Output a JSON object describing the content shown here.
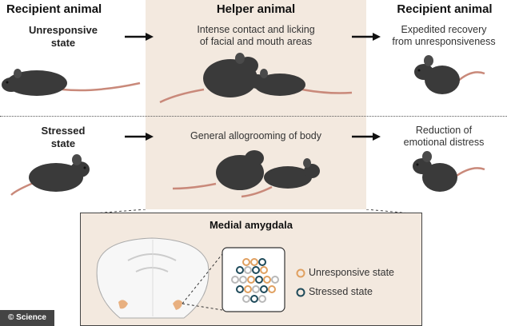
{
  "headers": {
    "left": "Recipient animal",
    "middle": "Helper animal",
    "right": "Recipient animal"
  },
  "rows": [
    {
      "state_label": "Unresponsive\nstate",
      "helper_action": "Intense contact and licking\nof facial and mouth areas",
      "outcome": "Expedited recovery\nfrom unresponsiveness"
    },
    {
      "state_label": "Stressed\nstate",
      "helper_action": "General allogrooming of body",
      "outcome": "Reduction of\nemotional distress"
    }
  ],
  "inset": {
    "title": "Medial amygdala",
    "legend": [
      {
        "label": "Unresponsive state",
        "color": "#e0a060"
      },
      {
        "label": "Stressed state",
        "color": "#1e4a5a"
      }
    ]
  },
  "credit": "© Science",
  "colors": {
    "mouse_body": "#3a3a3a",
    "mouse_tail": "#c9897a",
    "panel_bg": "#f3e9df",
    "amygdala_highlight": "#e8b080",
    "neuron_gray": "#b8b8b8"
  }
}
